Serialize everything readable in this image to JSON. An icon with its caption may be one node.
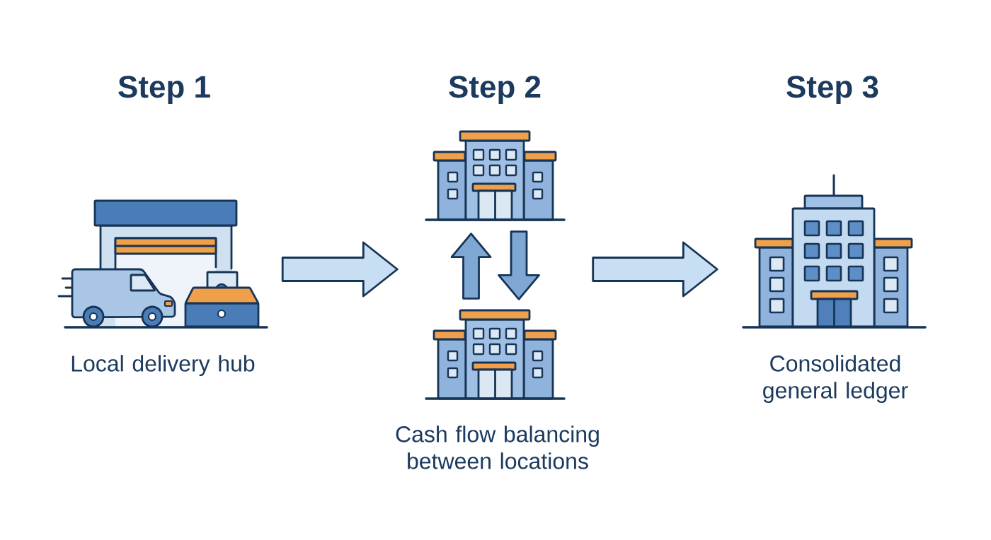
{
  "diagram": {
    "nodes": [
      {
        "text": [],
        "shape": "picture",
        "beside": [
          "Local delivery hub"
        ]
      },
      {
        "text": [],
        "shape": "picture",
        "beside": [
          "Cash flow balancing between locations"
        ]
      },
      {
        "text": [],
        "shape": "picture",
        "in": 1
      },
      {
        "text": [],
        "shape": "picture",
        "in": 1
      },
      {
        "text": [],
        "shape": "picture",
        "beside": [
          "Consolidated general ledger"
        ]
      }
    ],
    "edges": [
      {
        "from": 0,
        "to": 1,
        "arrow": "to"
      },
      {
        "from": 3,
        "to": 2,
        "arrow": "to"
      },
      {
        "from": 2,
        "to": 3,
        "arrow": "to"
      },
      {
        "from": 1,
        "to": 4,
        "arrow": "to"
      }
    ],
    "labels": [
      "Step 1",
      "Step 2",
      "Step 3"
    ]
  }
}
